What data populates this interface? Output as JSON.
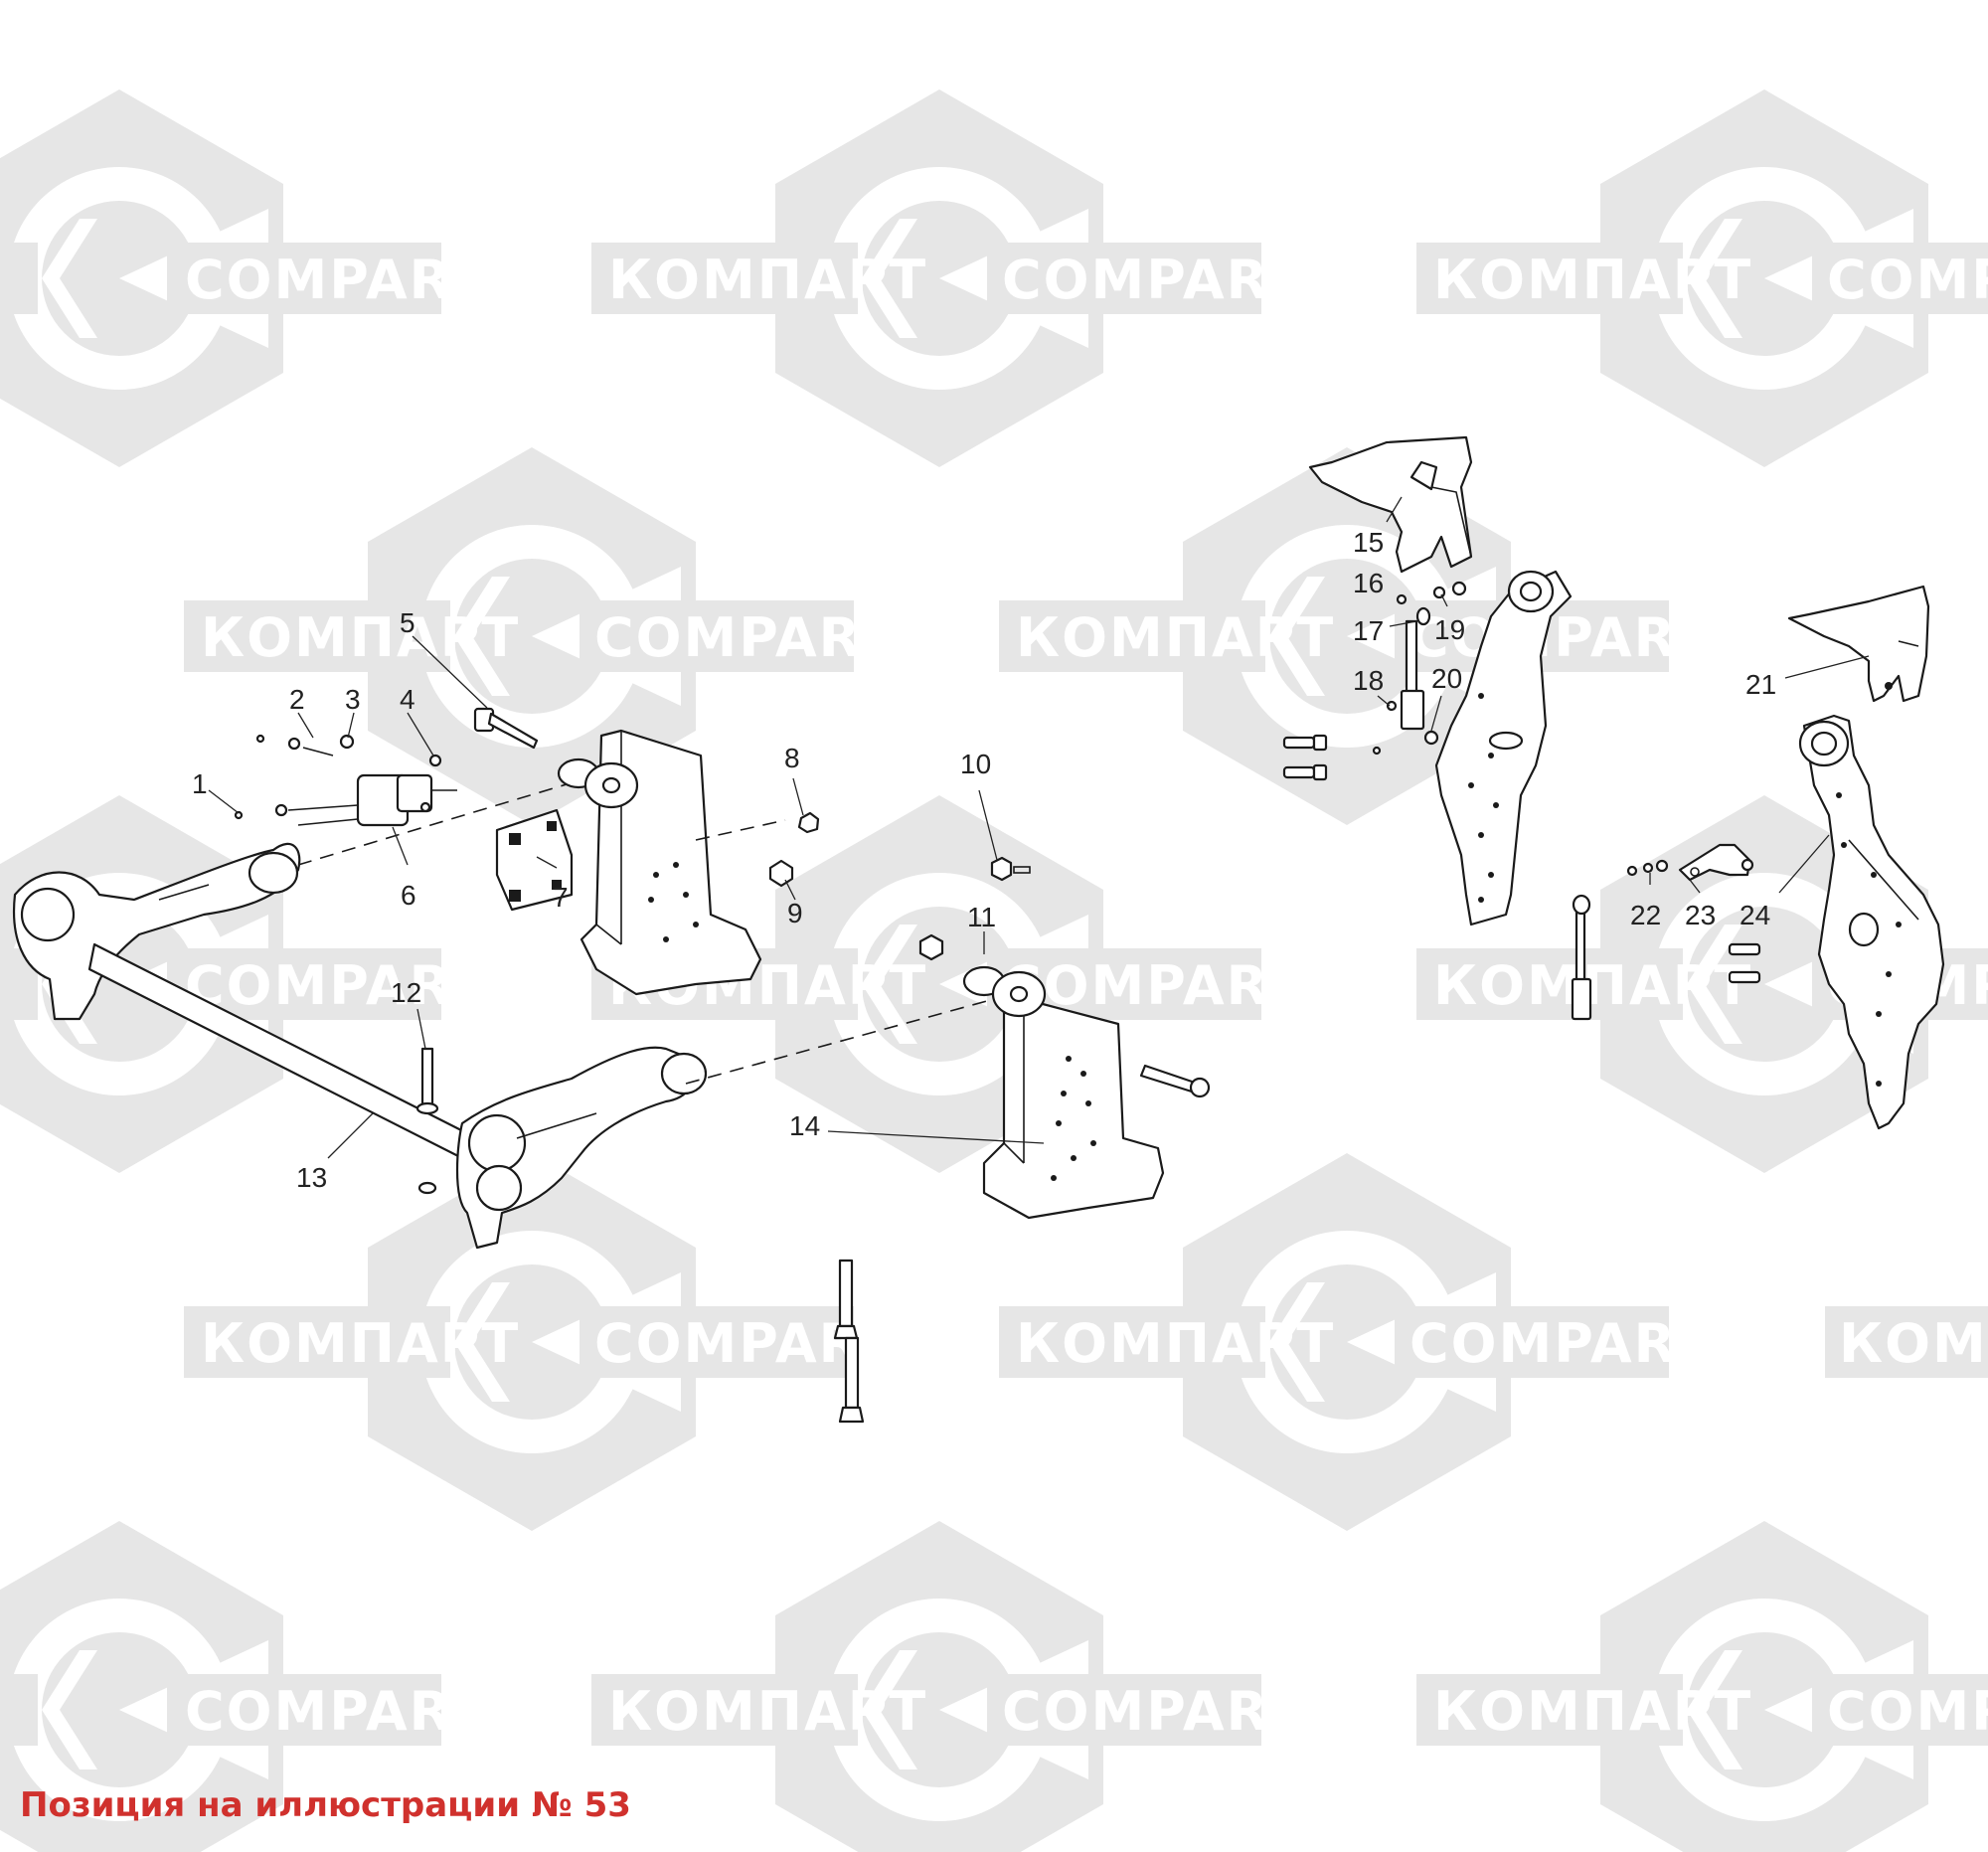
{
  "watermark": {
    "label_cyrillic": "КОМПАРТ",
    "label_latin": "COMPART",
    "color": "#e6e6e6"
  },
  "callouts": [
    "1",
    "2",
    "3",
    "4",
    "5",
    "6",
    "7",
    "8",
    "9",
    "10",
    "11",
    "12",
    "13",
    "14",
    "15",
    "16",
    "17",
    "18",
    "19",
    "20",
    "21",
    "22",
    "23",
    "24"
  ],
  "caption": {
    "text": "Позиция на иллюстрации № 53",
    "color": "#d0312d"
  }
}
